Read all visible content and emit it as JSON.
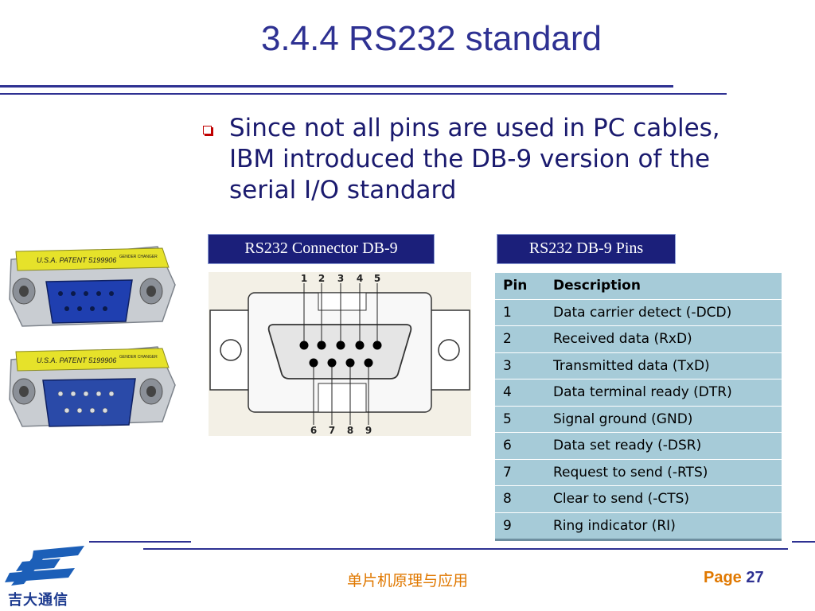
{
  "slide": {
    "title": "3.4.4 RS232 standard",
    "bullet_line1": "Since not all pins are used in PC cables,",
    "bullet_line2": "IBM introduced the DB-9 version of the",
    "bullet_line3": "serial I/O standard"
  },
  "connector_label": "RS232 Connector DB-9",
  "pins_label": "RS232 DB-9 Pins",
  "photo": {
    "top_adapter_text": "U.S.A.  PATENT 5199906",
    "top_adapter_text2": "GENDER CHANGER",
    "bottom_adapter_text": "U.S.A.  PATENT 5199906",
    "bottom_adapter_text2": "GENDER CHANGER"
  },
  "diagram": {
    "top_pin_numbers": [
      "1",
      "2",
      "3",
      "4",
      "5"
    ],
    "bottom_pin_numbers": [
      "6",
      "7",
      "8",
      "9"
    ]
  },
  "table": {
    "headers": [
      "Pin",
      "Description"
    ],
    "rows": [
      [
        "1",
        "Data carrier detect (-DCD)"
      ],
      [
        "2",
        "Received data (RxD)"
      ],
      [
        "3",
        "Transmitted data (TxD)"
      ],
      [
        "4",
        "Data terminal ready (DTR)"
      ],
      [
        "5",
        "Signal ground (GND)"
      ],
      [
        "6",
        "Data set ready (-DSR)"
      ],
      [
        "7",
        "Request to send (-RTS)"
      ],
      [
        "8",
        "Clear to send (-CTS)"
      ],
      [
        "9",
        "Ring indicator (RI)"
      ]
    ]
  },
  "footer": {
    "course": "单片机原理与应用",
    "page_label": "Page",
    "page_number": "27",
    "logo_text": "吉大通信"
  },
  "colors": {
    "title": "#2e3192",
    "footer": "#e07800",
    "table_bg": "#a6cbd8",
    "label_bg": "#1b1f7a",
    "bullet": "#c00000"
  }
}
